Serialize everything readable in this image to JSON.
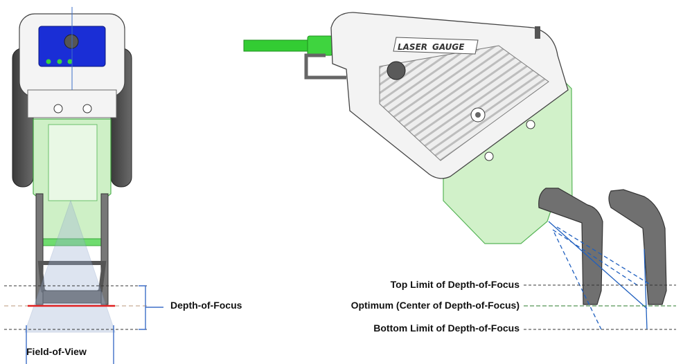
{
  "labels": {
    "depth_of_focus": "Depth-of-Focus",
    "field_of_view": "Field-of-View",
    "top_limit": "Top Limit of Depth-of-Focus",
    "optimum": "Optimum (Center of Depth-of-Focus)",
    "bottom_limit": "Bottom Limit of Depth-of-Focus"
  },
  "brand": {
    "logo_text_left": "LASER",
    "logo_text_right": "GAUGE"
  },
  "colors": {
    "bracket_green": "#c9efc0",
    "cable_green": "#33cc33",
    "panel_blue": "#1a2ed6",
    "led_green": "#3bd43b",
    "body_gray": "#f3f3f3",
    "jaw_gray": "#707070",
    "focus_red": "#e02020",
    "beam_blue": "#1f5fbf"
  }
}
